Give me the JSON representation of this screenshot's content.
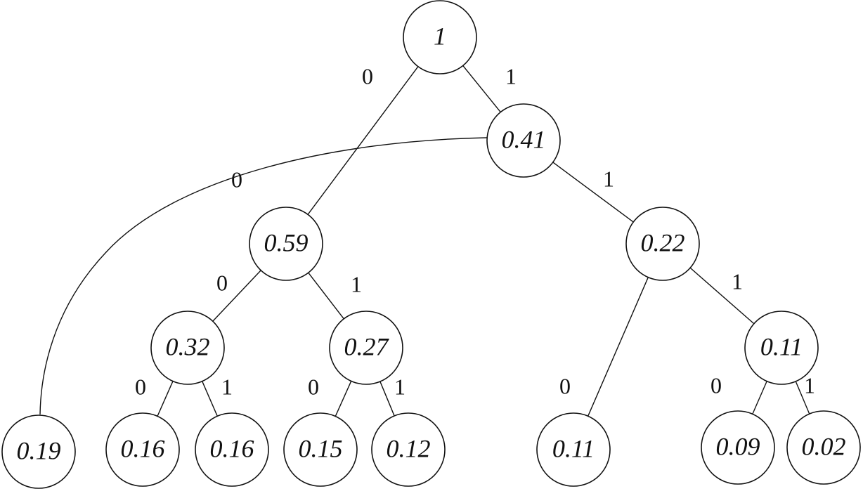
{
  "diagram": {
    "nodes": [
      {
        "id": "n1",
        "label": "1"
      },
      {
        "id": "n041",
        "label": "0.41"
      },
      {
        "id": "n059",
        "label": "0.59"
      },
      {
        "id": "n022",
        "label": "0.22"
      },
      {
        "id": "n032",
        "label": "0.32"
      },
      {
        "id": "n027",
        "label": "0.27"
      },
      {
        "id": "n011a",
        "label": "0.11"
      },
      {
        "id": "n019",
        "label": "0.19"
      },
      {
        "id": "n016a",
        "label": "0.16"
      },
      {
        "id": "n016b",
        "label": "0.16"
      },
      {
        "id": "n015",
        "label": "0.15"
      },
      {
        "id": "n012",
        "label": "0.12"
      },
      {
        "id": "n011b",
        "label": "0.11"
      },
      {
        "id": "n009",
        "label": "0.09"
      },
      {
        "id": "n002",
        "label": "0.02"
      }
    ],
    "edges": [
      {
        "from": "n1",
        "to": "n059",
        "label": "0"
      },
      {
        "from": "n1",
        "to": "n041",
        "label": "1"
      },
      {
        "from": "n041",
        "to": "n019",
        "label": "0"
      },
      {
        "from": "n041",
        "to": "n022",
        "label": "1"
      },
      {
        "from": "n059",
        "to": "n032",
        "label": "0"
      },
      {
        "from": "n059",
        "to": "n027",
        "label": "1"
      },
      {
        "from": "n022",
        "to": "n011b",
        "label": "0"
      },
      {
        "from": "n022",
        "to": "n011a",
        "label": "1"
      },
      {
        "from": "n032",
        "to": "n016a",
        "label": "0"
      },
      {
        "from": "n032",
        "to": "n016b",
        "label": "1"
      },
      {
        "from": "n027",
        "to": "n015",
        "label": "0"
      },
      {
        "from": "n027",
        "to": "n012",
        "label": "1"
      },
      {
        "from": "n011a",
        "to": "n009",
        "label": "0"
      },
      {
        "from": "n011a",
        "to": "n002",
        "label": "1"
      }
    ]
  }
}
